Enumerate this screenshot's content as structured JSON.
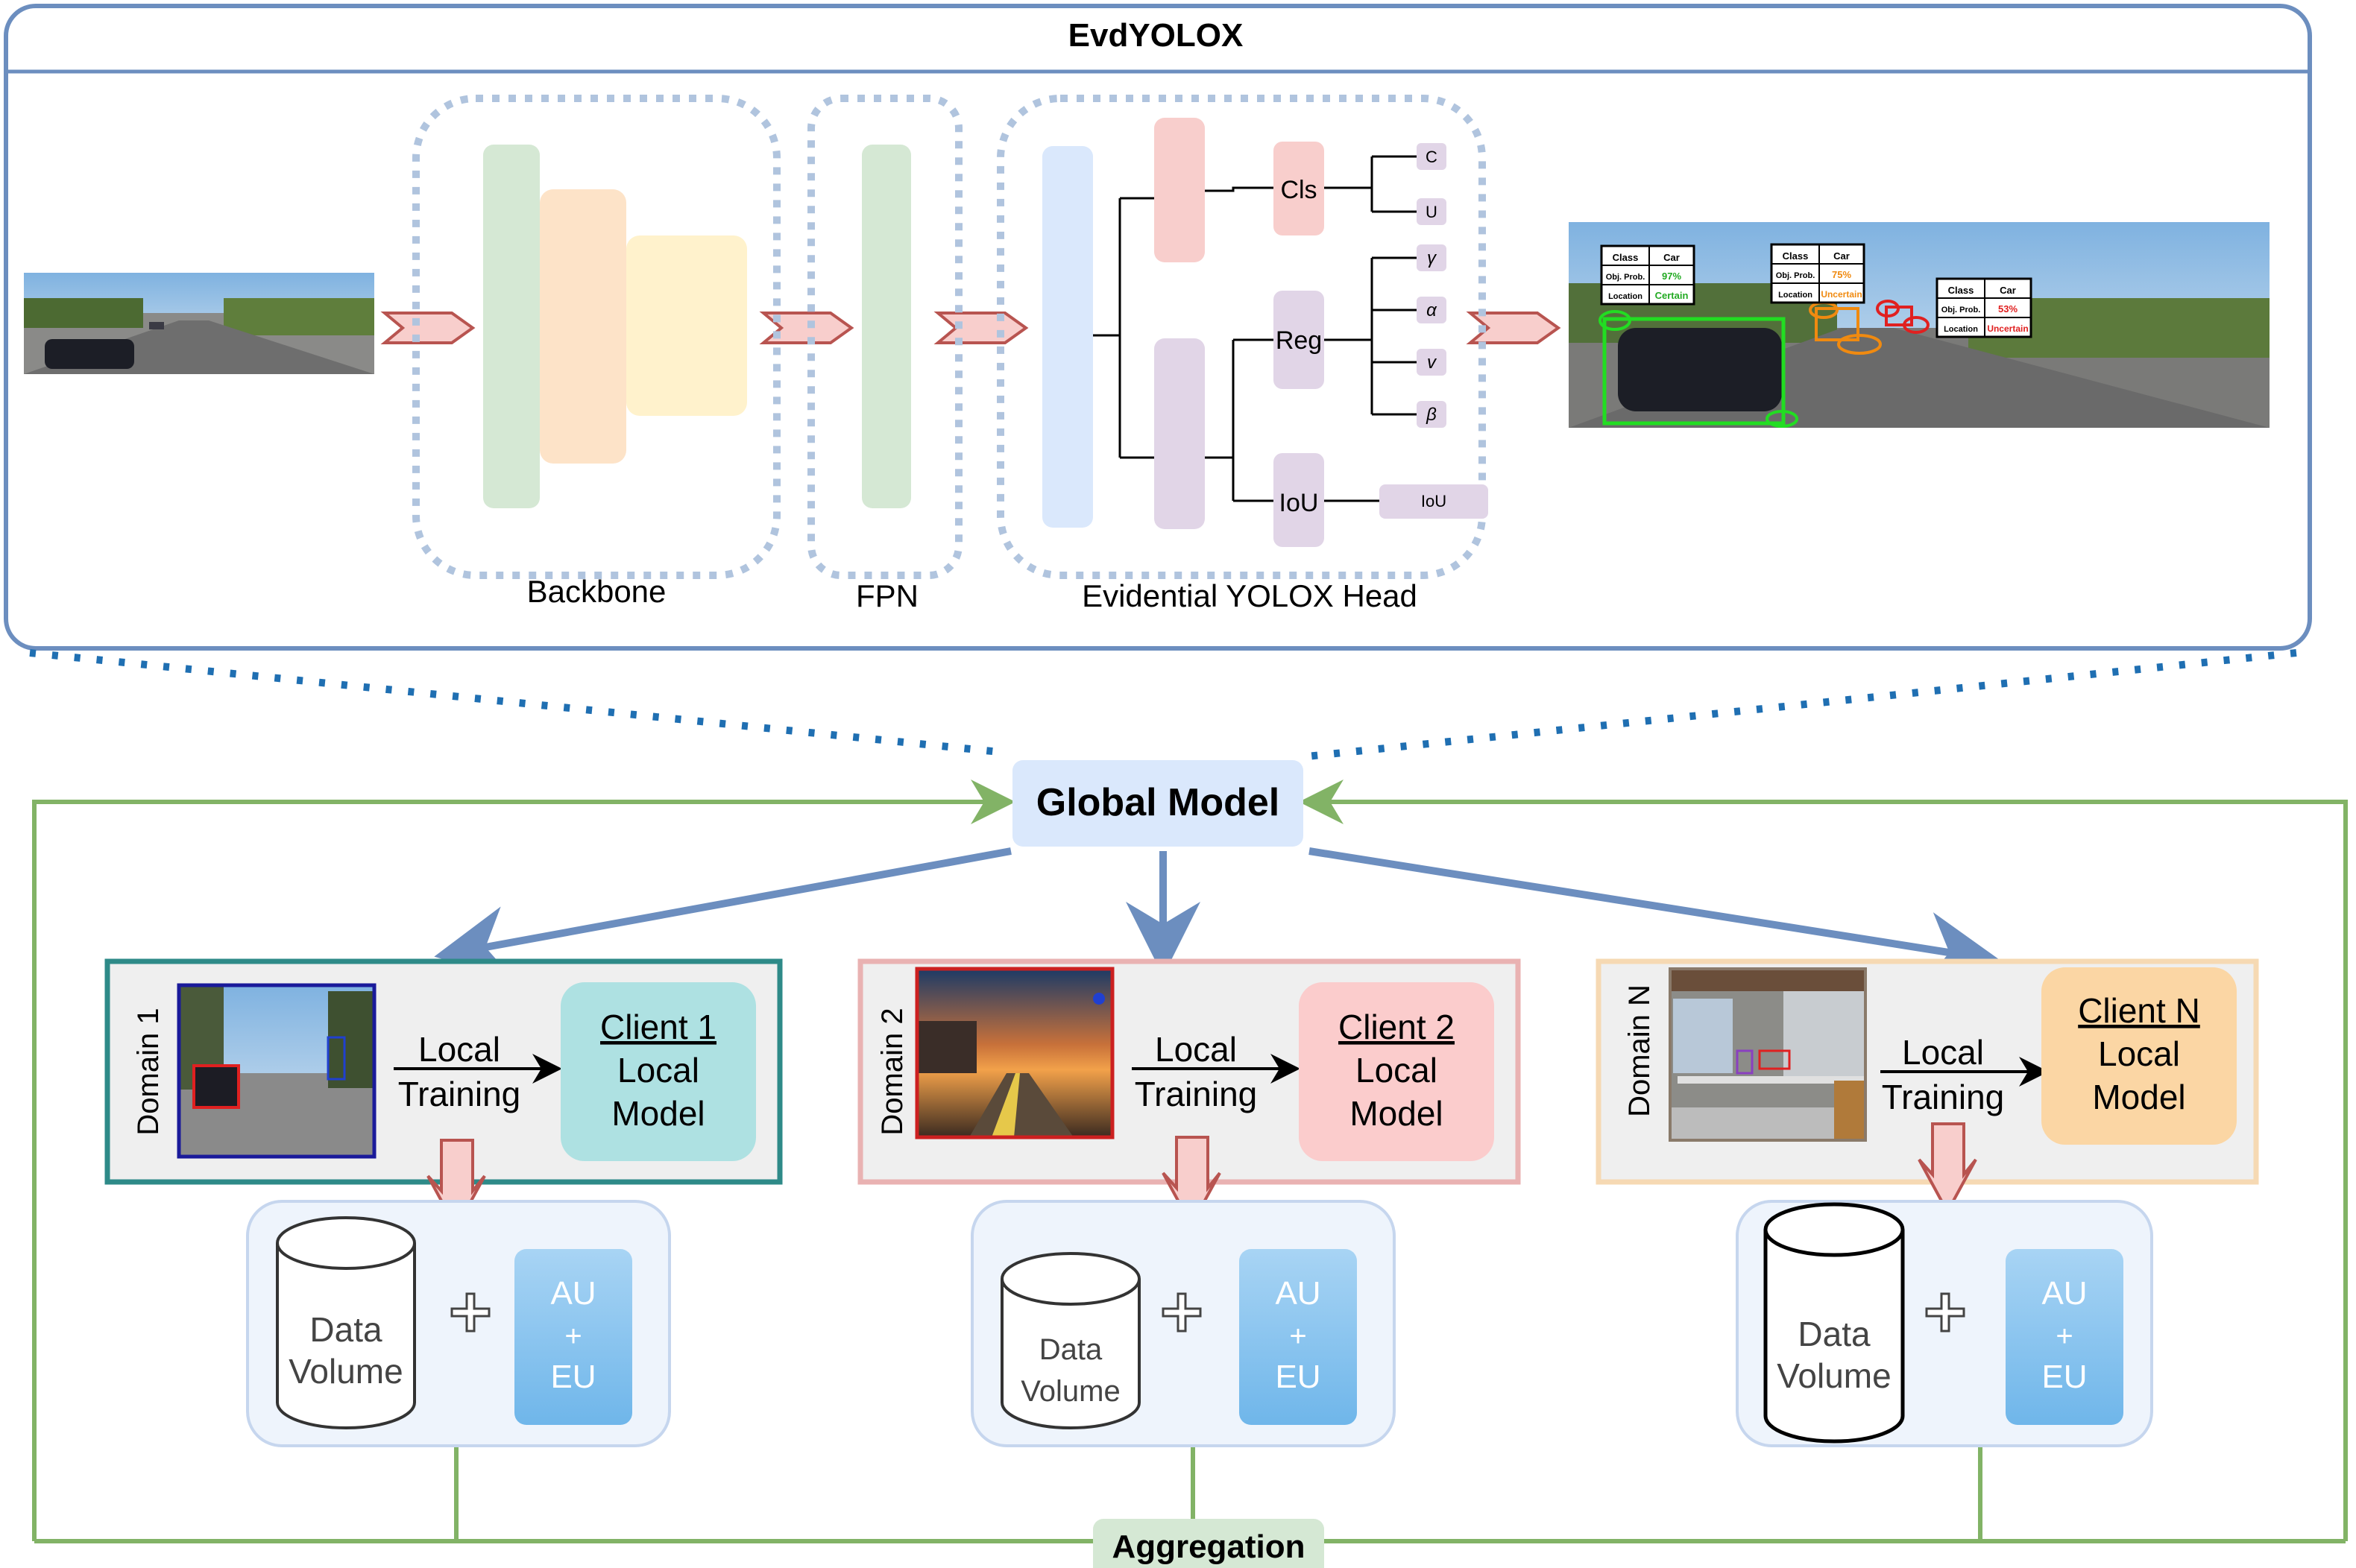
{
  "evd": {
    "title": "EvdYOLOX",
    "backbone_label": "Backbone",
    "fpn_label": "FPN",
    "head_label": "Evidential YOLOX Head",
    "cls_label": "Cls",
    "reg_label": "Reg",
    "iou_label": "IoU",
    "iou_out_label": "IoU",
    "out_c": "C",
    "out_u": "U",
    "out_gamma": "γ",
    "out_alpha": "α",
    "out_v": "v",
    "out_beta": "β"
  },
  "det_tables": [
    {
      "class_hdr": "Class",
      "class_val": "Car",
      "prob_hdr": "Obj. Prob.",
      "prob_val": "97%",
      "loc_hdr": "Location",
      "loc_val": "Certain",
      "color": "#22aa22"
    },
    {
      "class_hdr": "Class",
      "class_val": "Car",
      "prob_hdr": "Obj. Prob.",
      "prob_val": "75%",
      "loc_hdr": "Location",
      "loc_val": "Uncertain",
      "color": "#f08a10"
    },
    {
      "class_hdr": "Class",
      "class_val": "Car",
      "prob_hdr": "Obj. Prob.",
      "prob_val": "53%",
      "loc_hdr": "Location",
      "loc_val": "Uncertain",
      "color": "#e02020"
    }
  ],
  "global_model_label": "Global Model",
  "aggregation_label": "Aggregation",
  "clients": [
    {
      "domain": "Domain 1",
      "local_line1": "Local",
      "local_line2": "Training",
      "client_title": "Client 1",
      "model_line1": "Local",
      "model_line2": "Model",
      "data_line1": "Data",
      "data_line2": "Volume",
      "au": "AU",
      "plus": "+",
      "eu": "EU",
      "border": "#2e8a88",
      "model_fill": "#aee1e2"
    },
    {
      "domain": "Domain 2",
      "local_line1": "Local",
      "local_line2": "Training",
      "client_title": "Client 2",
      "model_line1": "Local",
      "model_line2": "Model",
      "data_line1": "Data",
      "data_line2": "Volume",
      "au": "AU",
      "plus": "+",
      "eu": "EU",
      "border": "#e9b2b2",
      "model_fill": "#fbcccc"
    },
    {
      "domain": "Domain N",
      "local_line1": "Local",
      "local_line2": "Training",
      "client_title": "Client N",
      "model_line1": "Local",
      "model_line2": "Model",
      "data_line1": "Data",
      "data_line2": "Volume",
      "au": "AU",
      "plus": "+",
      "eu": "EU",
      "border": "#f6d9b3",
      "model_fill": "#fbd6a4"
    }
  ],
  "colors": {
    "frame_blue": "#6c8ebf",
    "dotted_blue": "#1f6fb2",
    "agg_green": "#82b366",
    "arrow_blue": "#6c8ebf",
    "red_arrow_fill": "#f8cecc",
    "red_arrow_stroke": "#b85450"
  }
}
